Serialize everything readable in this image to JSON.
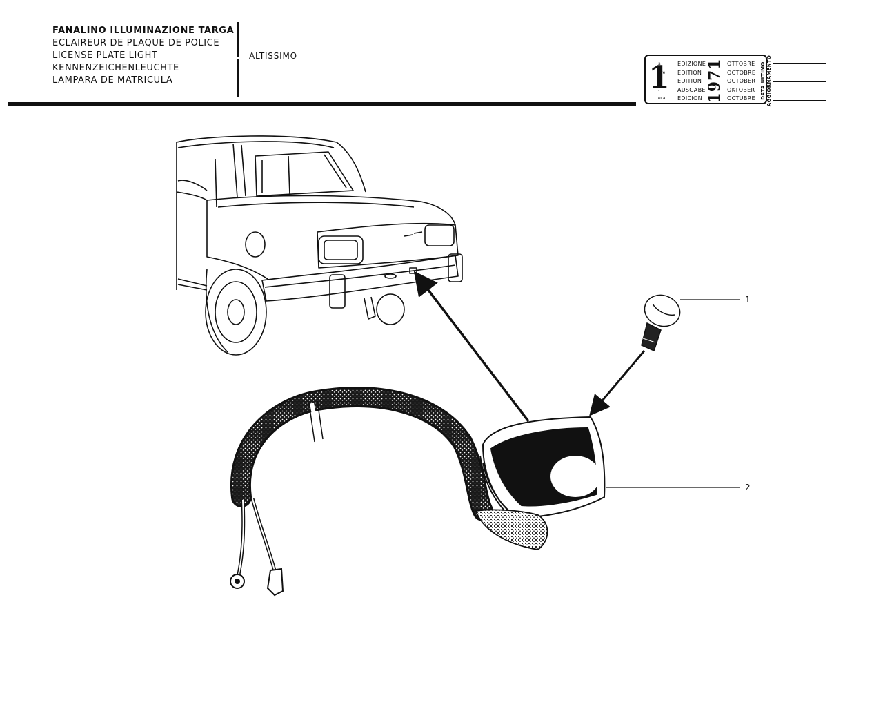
{
  "header": {
    "titles": [
      "FANALINO ILLUMINAZIONE TARGA",
      "ECLAIREUR DE PLAQUE DE POLICE",
      "LICENSE PLATE LIGHT",
      "KENNENZEICHENLEUCHTE",
      "LAMPARA DE MATRICULA"
    ],
    "model": "ALTISSIMO"
  },
  "edition_box": {
    "number": "1",
    "superscripts": [
      "a",
      "ere",
      "st",
      ".",
      "era"
    ],
    "words": [
      "EDIZIONE",
      "EDITION",
      "EDITION",
      "AUSGABE",
      "EDICION"
    ],
    "year": "1971",
    "months": [
      "OTTOBRE",
      "OCTOBRE",
      "OCTOBER",
      "OKTOBER",
      "OCTUBRE"
    ]
  },
  "update_label": [
    "DATA ULTIMO",
    "AGGIORNAMENTO"
  ],
  "callouts": [
    {
      "number": "1",
      "part": "bulb"
    },
    {
      "number": "2",
      "part": "license-plate-light-assembly"
    }
  ]
}
